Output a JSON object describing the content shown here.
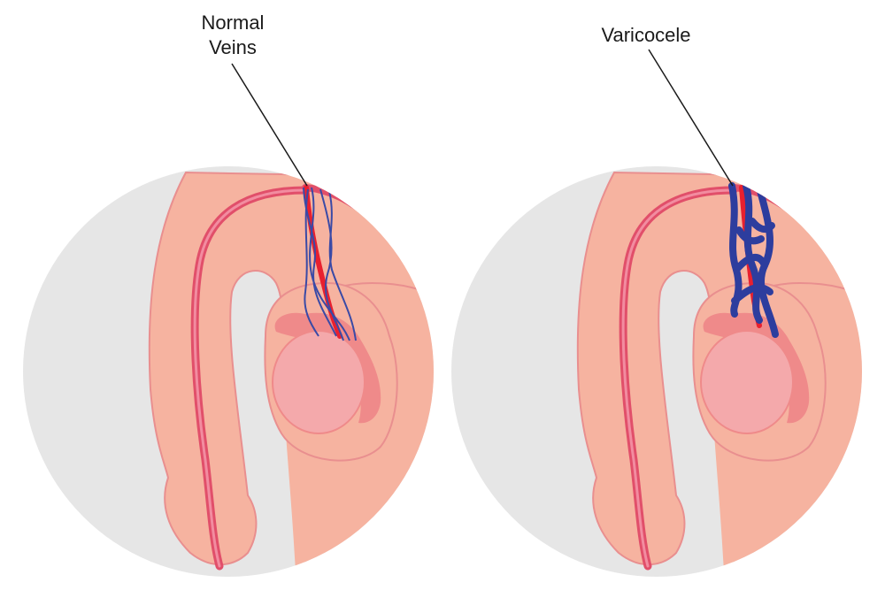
{
  "labels": {
    "normal_line1": "Normal",
    "normal_line2": "Veins",
    "varicocele": "Varicocele"
  },
  "colors": {
    "circle_bg": "#e6e6e6",
    "skin": "#f6b3a0",
    "skin_outline": "#e98f8f",
    "urethra": "#e14f6a",
    "testis": "#f4a9ab",
    "epididymis": "#ef8a8a",
    "artery": "#e8202f",
    "normal_vein": "#3a4aa6",
    "varicose_vein": "#2d3d9e"
  }
}
